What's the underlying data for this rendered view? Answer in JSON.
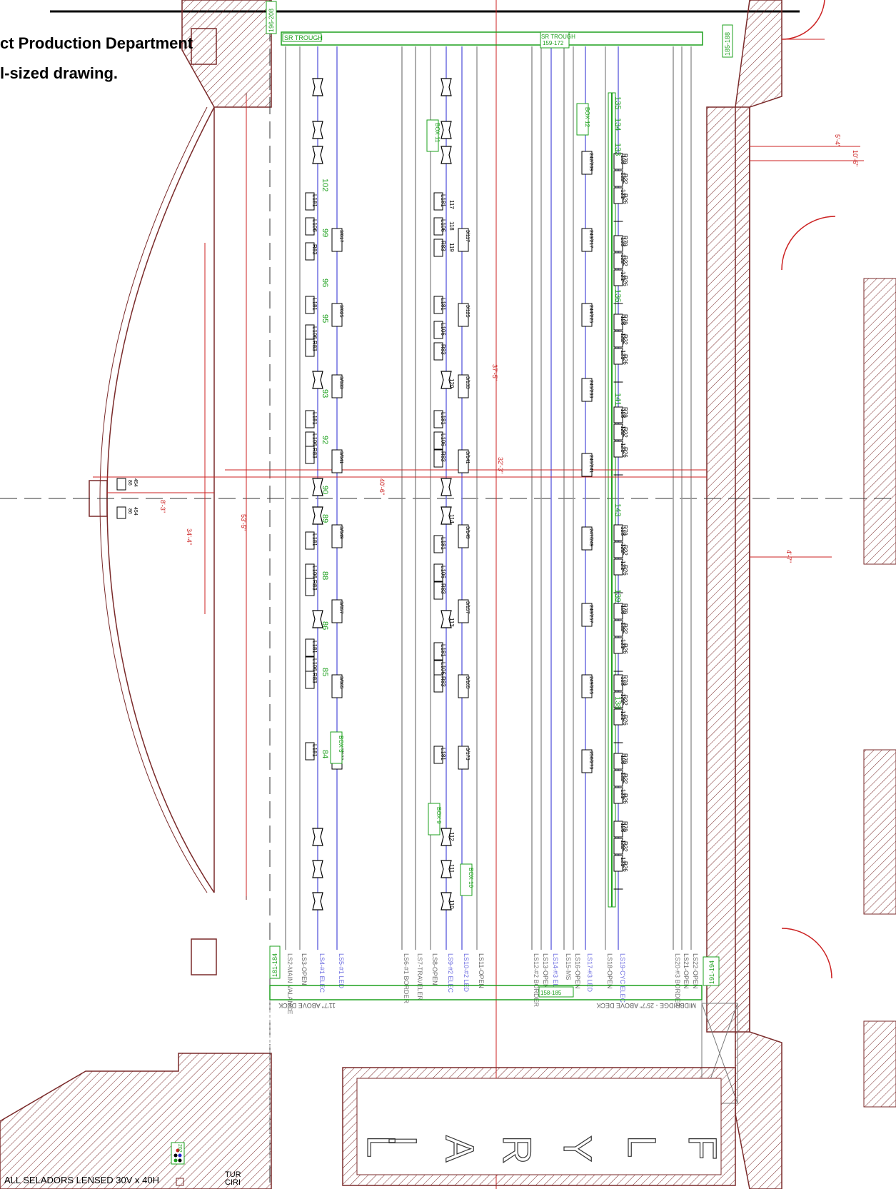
{
  "header": {
    "line1": "ct Production Department",
    "line2": "l-sized drawing."
  },
  "footer": {
    "note": "ALL SELADORS LENSED 30V x 40H",
    "legend_box": "202",
    "right_text": "TUR CIRI"
  },
  "troughs": {
    "sr_trough_left": "SR TROUGH",
    "sr_trough_right": "SR TROUGH",
    "sr_trough_right_range": "159-172",
    "top_left_range": "196-208",
    "top_right_range": "185-188",
    "bottom_left_range": "181-184",
    "bottom_right_range": "191-194",
    "bottom_mid_range": "158-185",
    "box_ids": [
      "BOX 11",
      "BOX 12",
      "BOX 3",
      "BOX 9",
      "BOX 10"
    ]
  },
  "dimensions": {
    "d_5_4": "5'-4\"",
    "d_10_6": "10'-6\"",
    "d_8_3": "8'-3\"",
    "d_34_4": "34'-4\"",
    "d_53_5": "53'-5\"",
    "d_40_6": "40'-6\"",
    "d_32_3": "32'-3\"",
    "d_37_5": "37'-5\"",
    "d_4_7": "4'-7\""
  },
  "linesets": [
    {
      "label": "LS2-MAIN VALANCE",
      "color": "#777777"
    },
    {
      "label": "LS3-OPEN",
      "color": "#9a9a9a"
    },
    {
      "label": "LS4-#1 ELEC",
      "color": "#6f6fe0"
    },
    {
      "label": "LS5-#1 LED",
      "color": "#6f6fe0"
    },
    {
      "label": "LS6-#1 BORDER",
      "color": "#777777"
    },
    {
      "label": "LS7-TRAVELER",
      "color": "#777777"
    },
    {
      "label": "LS8-OPEN",
      "color": "#9a9a9a"
    },
    {
      "label": "LS9-#2 ELEC",
      "color": "#6f6fe0"
    },
    {
      "label": "LS10-#2 LED",
      "color": "#6f6fe0"
    },
    {
      "label": "LS11-OPEN",
      "color": "#9a9a9a"
    },
    {
      "label": "LS12-#2 BORDER",
      "color": "#777777"
    },
    {
      "label": "LS13-OPEN",
      "color": "#9a9a9a"
    },
    {
      "label": "LS14-#3 ELEC",
      "color": "#6f6fe0"
    },
    {
      "label": "LS15-MS",
      "color": "#777777"
    },
    {
      "label": "LS16-OPEN",
      "color": "#9a9a9a"
    },
    {
      "label": "LS17-#3 LED",
      "color": "#6f6fe0"
    },
    {
      "label": "LS18-OPEN",
      "color": "#9a9a9a"
    },
    {
      "label": "LS19-CYC ELEC",
      "color": "#6f6fe0"
    },
    {
      "label": "LS20-#3 BORDER",
      "color": "#777777"
    },
    {
      "label": "LS21-OPEN",
      "color": "#9a9a9a"
    },
    {
      "label": "LS22-OPEN",
      "color": "#9a9a9a"
    }
  ],
  "deck_notes": {
    "left": "11'7\" ABOVE DECK",
    "right": "MIDBRIDGE - 25'7\" ABOVE DECK"
  },
  "fly_rail": [
    "F",
    "L",
    "Y",
    "R",
    "A",
    "I",
    "L"
  ],
  "electrics": {
    "first_channels": [
      "102",
      "99",
      "96",
      "95",
      "93",
      "92",
      "90",
      "89",
      "88",
      "86",
      "85",
      "84"
    ],
    "second_channels": [
      "117",
      "118",
      "119",
      "120",
      "114",
      "113",
      "112",
      "111",
      "110"
    ],
    "third_channels": [
      "242",
      "243",
      "244",
      "245",
      "246",
      "247",
      "248",
      "249",
      "250"
    ],
    "cyc_channels": [
      "135",
      "134",
      "133",
      "136",
      "141",
      "143",
      "139",
      "138"
    ],
    "first_circuits": [
      "3/017",
      "3/025",
      "3/033",
      "3/041",
      "3/049",
      "3/057",
      "3/065",
      "3/073"
    ],
    "second_circuits": [
      "3/117",
      "3/125",
      "3/133",
      "3/141",
      "3/149",
      "3/157",
      "3/165",
      "3/173"
    ],
    "third_circuits": [
      "3/209",
      "3/217",
      "3/225",
      "3/233",
      "3/241",
      "3/249",
      "3/257",
      "3/265",
      "3/273"
    ],
    "gel_codes": [
      "L181",
      "L106",
      "R83",
      "R79",
      "R22",
      "R26"
    ],
    "cyc_addresses": [
      "123",
      "122",
      "121"
    ]
  },
  "colors": {
    "architecture": "#8b0000",
    "dimension": "#cc2222",
    "ls_green": "#1ea01e",
    "ls_blue": "#6f6fe0"
  }
}
